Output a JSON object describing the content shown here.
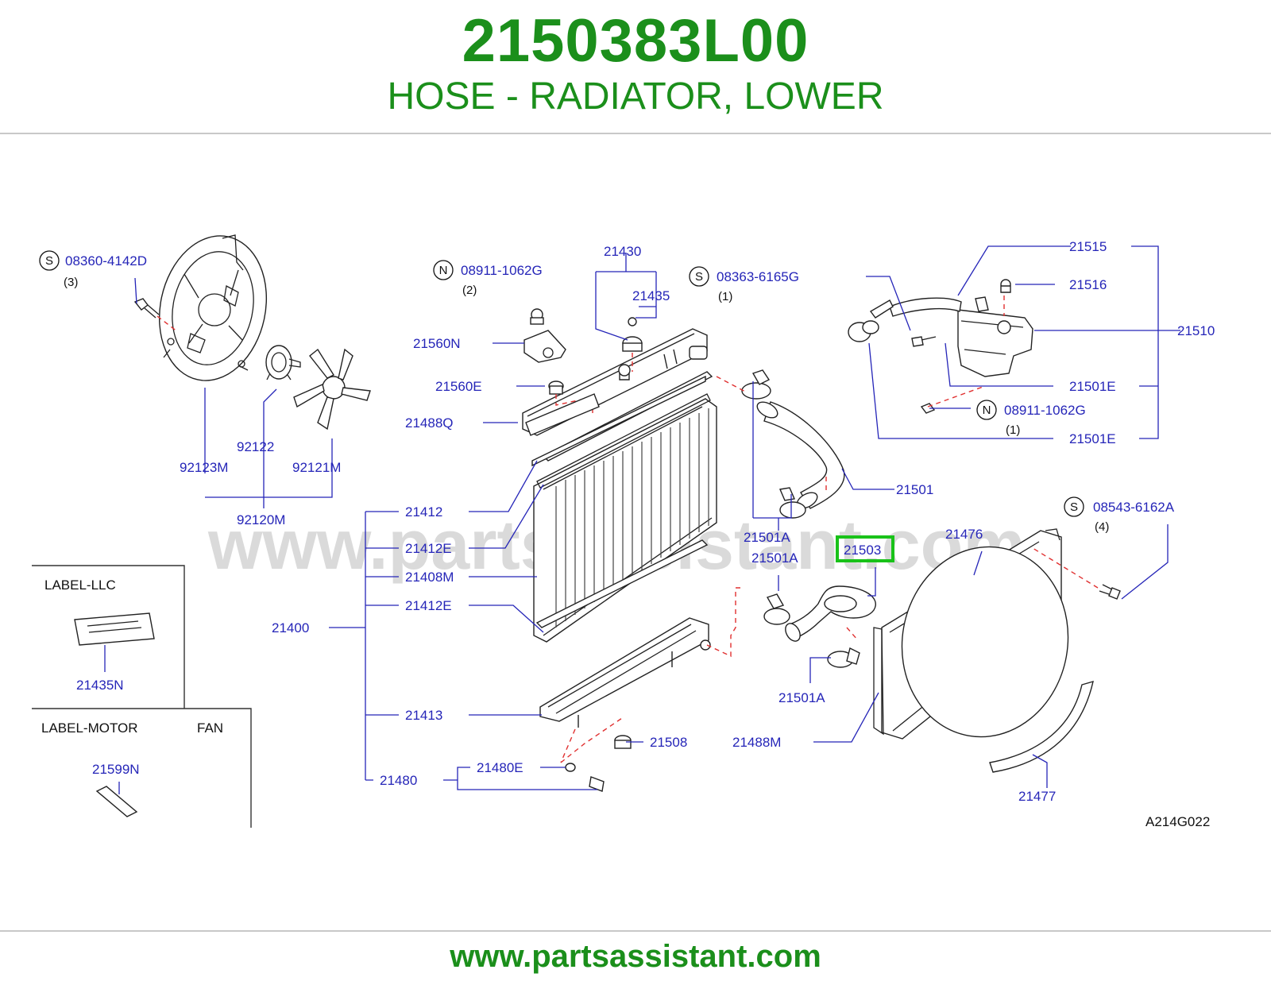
{
  "header": {
    "part_number": "2150383L00",
    "part_name": "HOSE - RADIATOR, LOWER"
  },
  "diagram": {
    "watermark": "www.partsassistant.com",
    "diagram_code": "A214G022",
    "highlight_color": "#19c219",
    "labels": {
      "l08360": "08360-4142D",
      "q08360": "(3)",
      "l08911a": "08911-1062G",
      "q08911a": "(2)",
      "l21430": "21430",
      "l21435": "21435",
      "l08363": "08363-6165G",
      "q08363": "(1)",
      "l21515": "21515",
      "l21516": "21516",
      "l21510": "21510",
      "l21560n": "21560N",
      "l21560e": "21560E",
      "l21488q": "21488Q",
      "l21501e1": "21501E",
      "l08911b": "08911-1062G",
      "q08911b": "(1)",
      "l21501e2": "21501E",
      "l92122": "92122",
      "l92123m": "92123M",
      "l92121m": "92121M",
      "l92120m": "92120M",
      "l21501": "21501",
      "l21412": "21412",
      "l08543": "08543-6162A",
      "q08543": "(4)",
      "l21476": "21476",
      "l21501a1": "21501A",
      "l21503": "21503",
      "l21412e1": "21412E",
      "l21501a2": "21501A",
      "l21408m": "21408M",
      "l21412e2": "21412E",
      "l21400": "21400",
      "l21501a3": "21501A",
      "l21413": "21413",
      "l21508": "21508",
      "l21488m": "21488M",
      "l21480e": "21480E",
      "l21480": "21480",
      "l21477": "21477",
      "l21435n": "21435N",
      "l21599n": "21599N"
    },
    "circle_letters": {
      "s1": "S",
      "n1": "N",
      "s2": "S",
      "n2": "N",
      "s3": "S"
    },
    "legend": {
      "label_llc": "LABEL-LLC",
      "label_motor": "LABEL-MOTOR",
      "fan": "FAN"
    }
  },
  "footer": {
    "website": "www.partsassistant.com"
  }
}
